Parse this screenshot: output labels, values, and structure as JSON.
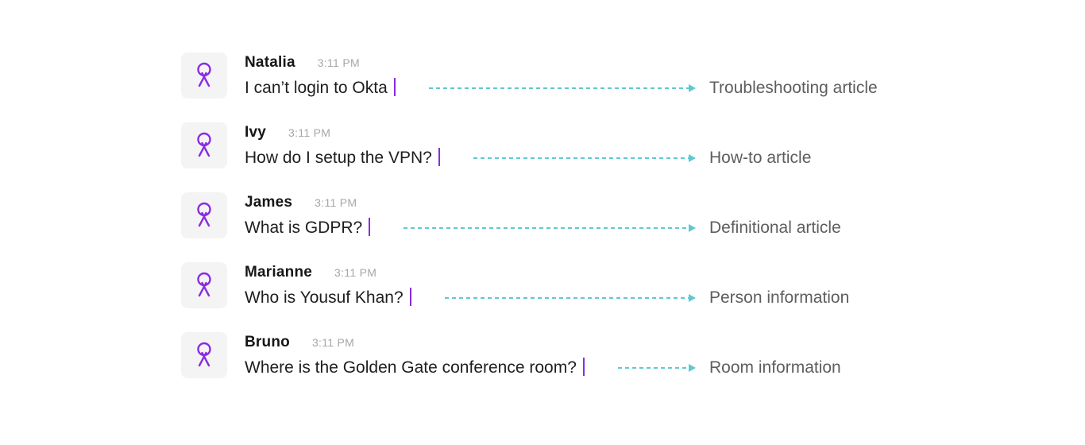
{
  "colors": {
    "accent_purple": "#8a2be2",
    "arrow_teal": "#5fc9cf",
    "name_text": "#161616",
    "timestamp_text": "#a6a6a6",
    "message_text": "#1e1e1e",
    "label_text": "#5d5e60",
    "avatar_bg": "#f4f4f5",
    "page_bg": "#ffffff"
  },
  "icons": {
    "avatar": "person-icon",
    "arrow": "dashed-arrow-right-icon",
    "cursor": "text-cursor"
  },
  "messages": [
    {
      "name": "Natalia",
      "time": "3:11 PM",
      "text": "I can’t login to Okta",
      "label": "Troubleshooting article"
    },
    {
      "name": "Ivy",
      "time": "3:11 PM",
      "text": "How do I setup the VPN?",
      "label": "How-to article"
    },
    {
      "name": "James",
      "time": "3:11 PM",
      "text": "What is GDPR?",
      "label": "Definitional article"
    },
    {
      "name": "Marianne",
      "time": "3:11 PM",
      "text": "Who is Yousuf Khan?",
      "label": "Person information"
    },
    {
      "name": "Bruno",
      "time": "3:11 PM",
      "text": "Where is the Golden Gate conference room?",
      "label": "Room information"
    }
  ]
}
